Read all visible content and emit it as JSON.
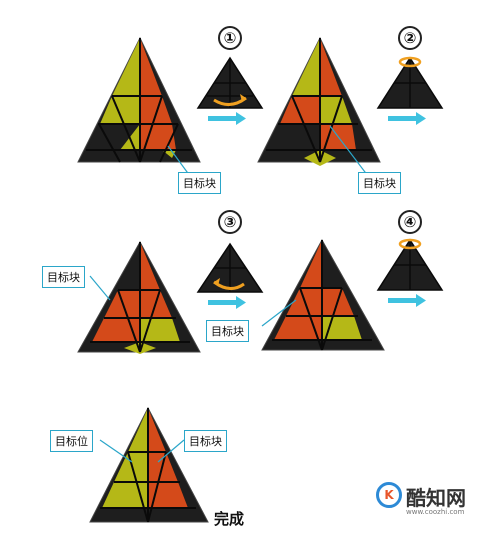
{
  "steps": [
    "①",
    "②",
    "③",
    "④"
  ],
  "labels": {
    "target_block": "目标块",
    "target_position": "目标位"
  },
  "done": "完成",
  "watermark": {
    "name": "酷知网",
    "url": "www.coozhi.com"
  },
  "colors": {
    "black_face": "#1e1e1e",
    "orange_face": "#d44a1a",
    "yellow_face": "#b5b817",
    "arrow": "#3fc2e0",
    "callout": "#2ba6c9",
    "rotation": "#f0a020"
  }
}
